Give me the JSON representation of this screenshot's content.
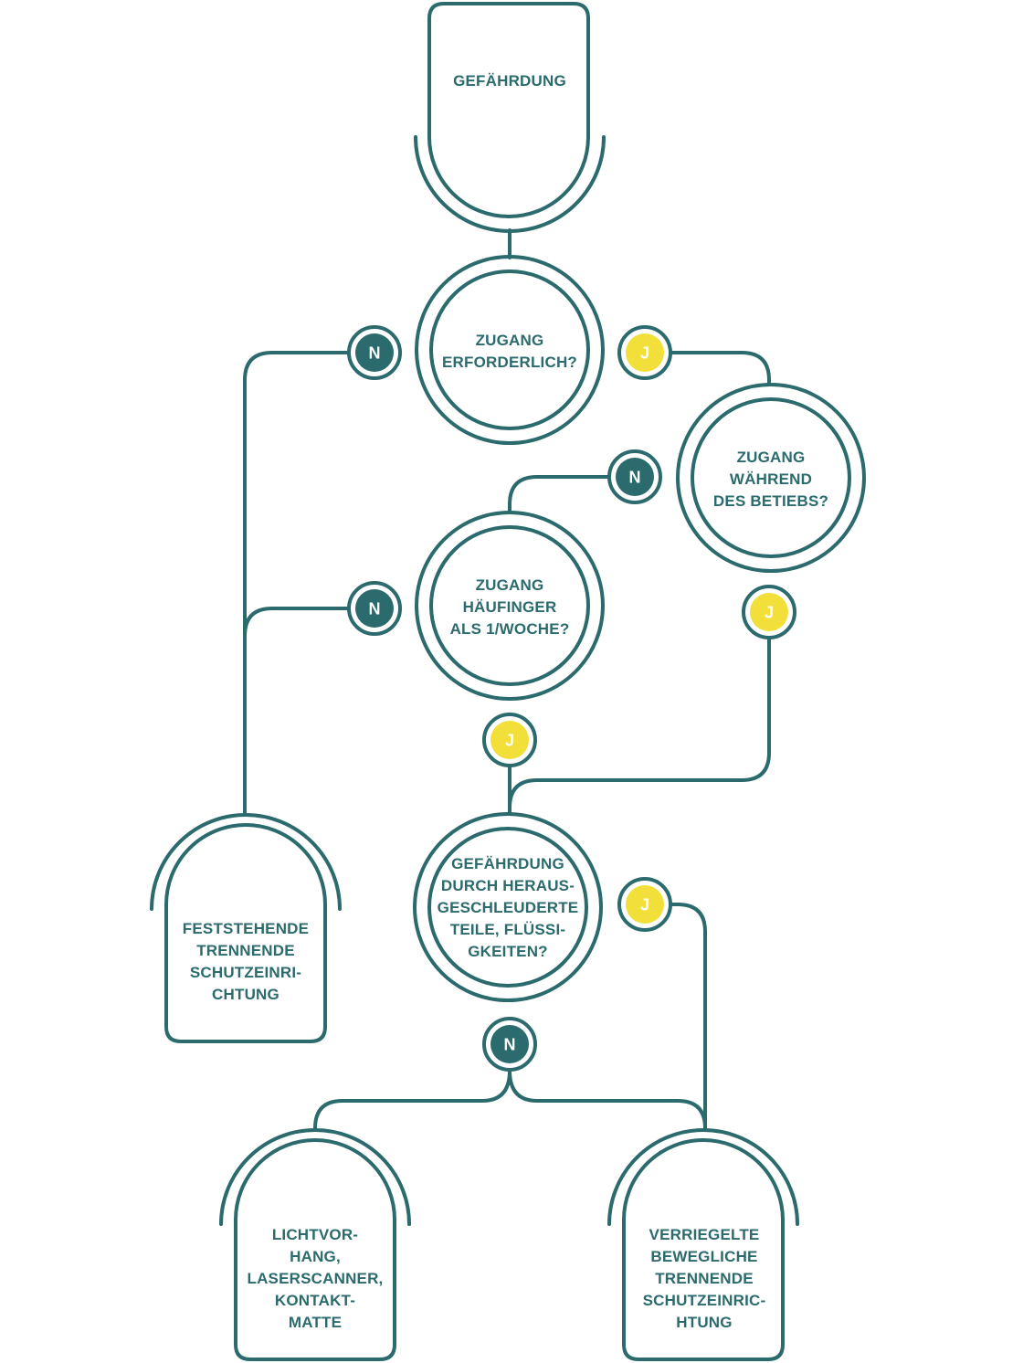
{
  "colors": {
    "line": "#2b6a6d",
    "no_badge": "#2b6a6d",
    "yes_badge": "#f2df3a",
    "background": "#ffffff"
  },
  "nodes": {
    "start": "GEFÄHRDUNG",
    "q_access": "ZUGANG\nERFORDERLICH?",
    "q_operation": "ZUGANG\nWÄHREND\nDES BETIEBS?",
    "q_frequency": "ZUGANG\nHÄUFINGER\nALS 1/WOCHE?",
    "q_ejected": "GEFÄHRDUNG\nDURCH HERAUS-\nGESCHLEUDERTE\nTEILE, FLÜSSI-\nGKEITEN?",
    "fixed_guard": "FESTSTEHENDE\nTRENNENDE\nSCHUTZEINRI-\nCHTUNG",
    "light_curtain": "LICHTVOR-\nHANG,\nLASERSCANNER,\nKONTAKT-\nMATTE",
    "interlocked_guard": "VERRIEGELTE\nBEWEGLICHE\nTRENNENDE\nSCHUTZEINRIC-\nHTUNG"
  },
  "badges": {
    "no": "N",
    "yes": "J"
  }
}
